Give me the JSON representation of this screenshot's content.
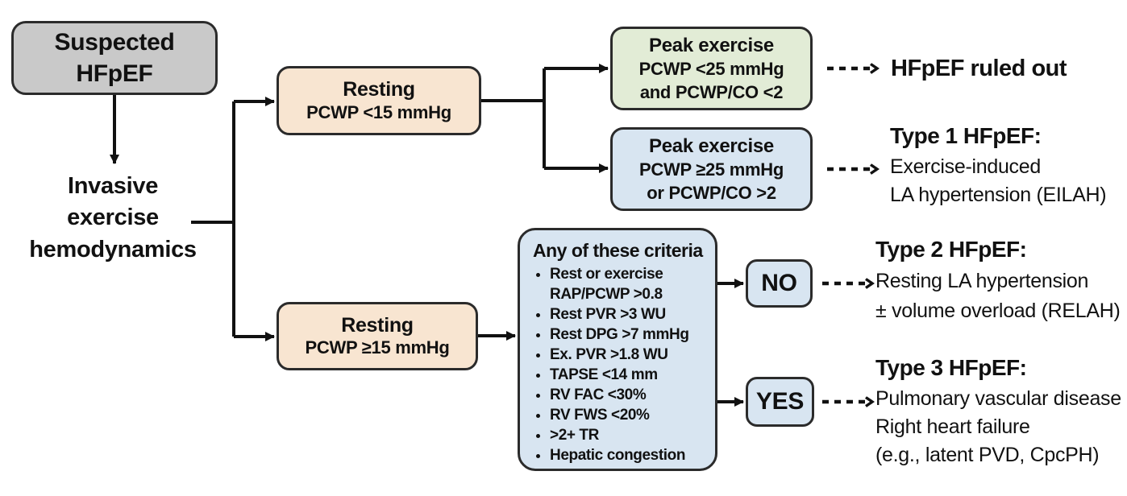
{
  "flowchart": {
    "start": {
      "lines": [
        "Suspected",
        "HFpEF"
      ]
    },
    "method": {
      "lines": [
        "Invasive",
        "exercise",
        "hemodynamics"
      ]
    },
    "resting_low": {
      "title": "Resting",
      "value": "PCWP <15 mmHg"
    },
    "resting_high": {
      "title": "Resting",
      "value": "PCWP ≥15 mmHg"
    },
    "peak_exercise_low": {
      "title": "Peak exercise",
      "lines": [
        "PCWP <25 mmHg",
        "and PCWP/CO <2"
      ]
    },
    "peak_exercise_high": {
      "title": "Peak exercise",
      "lines": [
        "PCWP ≥25 mmHg",
        "or PCWP/CO >2"
      ]
    },
    "criteria": {
      "title": "Any of these criteria",
      "bullets": [
        "Rest or exercise RAP/PCWP >0.8",
        "Rest PVR >3 WU",
        "Rest DPG >7 mmHg",
        "Ex. PVR >1.8 WU",
        "TAPSE <14 mm",
        "RV FAC <30%",
        "RV FWS <20%",
        ">2+ TR",
        "Hepatic congestion"
      ]
    },
    "decision_no": "NO",
    "decision_yes": "YES"
  },
  "outcomes": {
    "ruled_out": {
      "title": "HFpEF ruled out"
    },
    "type1": {
      "title": "Type 1 HFpEF:",
      "lines": [
        "Exercise-induced",
        "LA hypertension (EILAH)"
      ]
    },
    "type2": {
      "title": "Type 2 HFpEF:",
      "lines": [
        "Resting LA hypertension",
        "± volume overload (RELAH)"
      ]
    },
    "type3": {
      "title": "Type 3 HFpEF:",
      "lines": [
        "Pulmonary vascular disease",
        "Right heart failure",
        "(e.g., latent PVD, CpcPH)"
      ]
    }
  },
  "colors": {
    "start_fill": "#c9c9c9",
    "resting_fill": "#f8e5d1",
    "ruled_out_fill": "#e2ecd6",
    "blue_fill": "#d8e5f1",
    "border": "#2b2b2b",
    "line": "#111111"
  }
}
